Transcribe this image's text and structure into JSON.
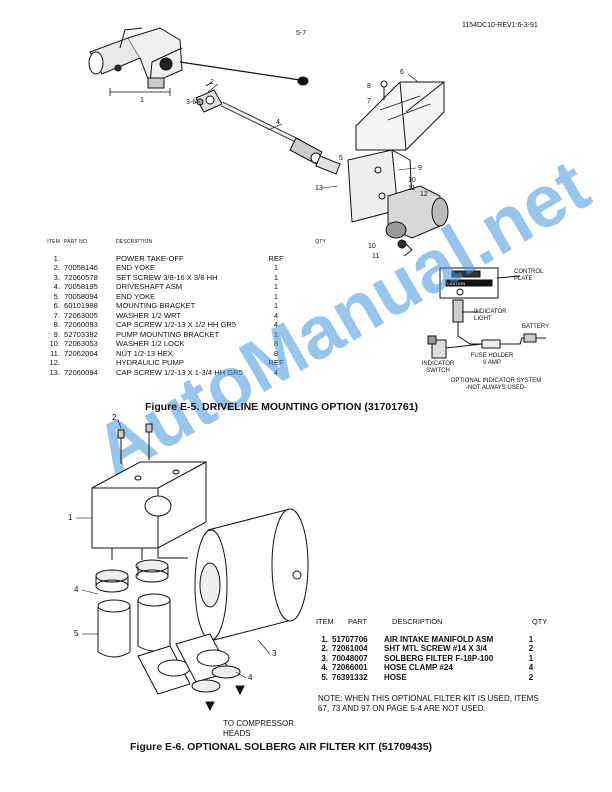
{
  "header": {
    "page": "5-7",
    "doc_id": "1154DC10-REV1:6-3-91"
  },
  "fig5": {
    "columns": {
      "item": "ITEM",
      "part": "PART NO.",
      "desc": "DESCRIPTION",
      "qty": "QTY"
    },
    "rows": [
      {
        "item": "1.",
        "part": "",
        "desc": "POWER TAKE-OFF",
        "qty": "REF"
      },
      {
        "item": "2.",
        "part": "70058146",
        "desc": "END YOKE",
        "qty": "1"
      },
      {
        "item": "3.",
        "part": "72060578",
        "desc": "SET SCREW 3/8-16 X 3/8 HH",
        "qty": "1"
      },
      {
        "item": "4.",
        "part": "70058195",
        "desc": "DRIVESHAFT ASM",
        "qty": "1"
      },
      {
        "item": "5.",
        "part": "70058094",
        "desc": "END YOKE",
        "qty": "1"
      },
      {
        "item": "6.",
        "part": "60101988",
        "desc": "MOUNTING BRACKET",
        "qty": "1"
      },
      {
        "item": "7.",
        "part": "72063005",
        "desc": "WASHER 1/2 WRT",
        "qty": "4"
      },
      {
        "item": "8.",
        "part": "72060093",
        "desc": "CAP SCREW 1/2-13 X 1/2 HH GR5",
        "qty": "4"
      },
      {
        "item": "9.",
        "part": "52703382",
        "desc": "PUMP MOUNTING BRACKET",
        "qty": "1"
      },
      {
        "item": "10.",
        "part": "72063053",
        "desc": "WASHER 1/2 LOCK",
        "qty": "8"
      },
      {
        "item": "11.",
        "part": "72062004",
        "desc": "NUT 1/2-13 HEX",
        "qty": "8"
      },
      {
        "item": "12.",
        "part": "",
        "desc": "HYDRAULIC PUMP",
        "qty": "REF"
      },
      {
        "item": "13.",
        "part": "72060094",
        "desc": "CAP SCREW 1/2-13 X 1-3/4 HH GR5",
        "qty": "4"
      }
    ],
    "caption": "Figure E-5.  DRIVELINE MOUNTING OPTION (31701761)",
    "labels": {
      "control_plate": "CONTROL PLATE",
      "indicator_light": "INDICATOR LIGHT",
      "battery": "BATTERY",
      "fuse_holder": "FUSE HOLDER 9 AMP",
      "indicator_switch": "INDICATOR SWITCH",
      "optional": "OPTIONAL INDICATOR SYSTEM",
      "not_always": "-NOT ALWAYS USED-",
      "caution": "CAUTION"
    },
    "callouts": [
      "1",
      "2",
      "3-6",
      "4",
      "5",
      "6",
      "7",
      "8",
      "9",
      "10",
      "11",
      "12",
      "13",
      "10",
      "11"
    ]
  },
  "fig6": {
    "columns": {
      "item": "ITEM",
      "part": "PART",
      "desc": "DESCRIPTION",
      "qty": "QTY"
    },
    "rows": [
      {
        "item": "1.",
        "part": "51707706",
        "desc": "AIR INTAKE MANIFOLD ASM",
        "qty": "1"
      },
      {
        "item": "2.",
        "part": "72061004",
        "desc": "SHT MTL SCREW #14 X 3/4",
        "qty": "2"
      },
      {
        "item": "3.",
        "part": "70048007",
        "desc": "SOLBERG FILTER F-18P-100",
        "qty": "1"
      },
      {
        "item": "4.",
        "part": "72066001",
        "desc": "HOSE CLAMP #24",
        "qty": "4"
      },
      {
        "item": "5.",
        "part": "76391332",
        "desc": "HOSE",
        "qty": "2"
      }
    ],
    "note": "NOTE:  WHEN THIS OPTIONAL FILTER KIT IS USED, ITEMS 67, 73 AND 97 ON PAGE 5-4 ARE NOT USED.",
    "compressor": "TO COMPRESSOR HEADS",
    "caption": "Figure E-6. OPTIONAL SOLBERG AIR FILTER KIT (51709435)",
    "callouts": [
      "1",
      "2",
      "3",
      "4",
      "4",
      "5"
    ]
  },
  "watermark": "AutoManual.net",
  "colors": {
    "ink": "#111111",
    "watermark": "#4296dc"
  }
}
